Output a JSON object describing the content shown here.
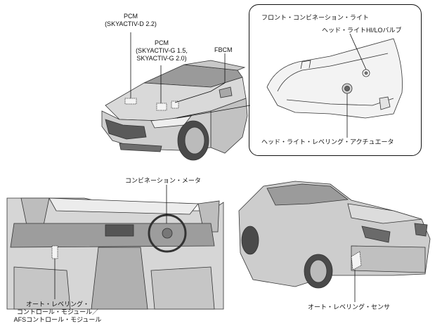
{
  "labels": {
    "pcm_d": [
      "PCM",
      "(SKYACTIV-D 2.2)"
    ],
    "pcm_g": [
      "PCM",
      "(SKYACTIV-G 1.5,",
      "SKYACTIV-G 2.0)"
    ],
    "fbcm": "FBCM",
    "front_combination_light": "フロント・コンビネーション・ライト",
    "headlight_bulb": "ヘッド・ライトHI/LOバルブ",
    "leveling_actuator": "ヘッド・ライト・レベリング・アクチュエータ",
    "combination_meter": "コンビネーション・メータ",
    "auto_leveling_module": [
      "オート・レベリング・",
      "コントロール・モジュール／",
      "AFSコントロール・モジュール"
    ],
    "auto_leveling_sensor": "オート・レベリング・センサ"
  }
}
